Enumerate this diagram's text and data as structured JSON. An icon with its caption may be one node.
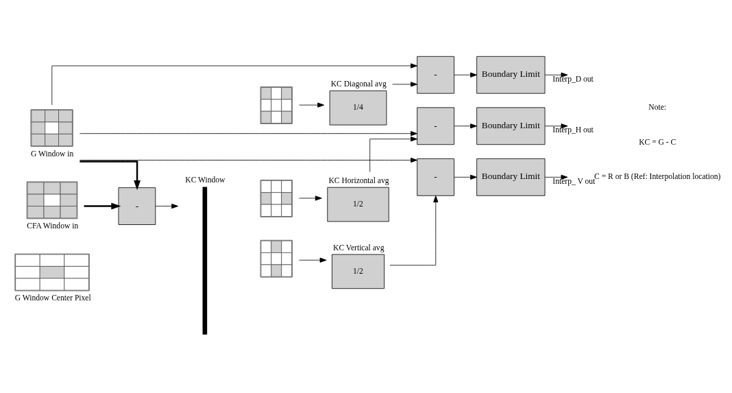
{
  "diagram": {
    "nodes": [
      {
        "text": [
          "G Window in"
        ]
      },
      {
        "text": [
          "CFA Window in"
        ]
      },
      {
        "text": [
          "G Window Center Pixel"
        ]
      },
      {
        "text": [
          "-"
        ]
      },
      {
        "text": [
          "KC Window"
        ]
      },
      {
        "text": [],
        "shape": "picture"
      },
      {
        "text": [
          "KC Diagonal avg",
          "1/4"
        ]
      },
      {
        "text": [],
        "shape": "picture"
      },
      {
        "text": [
          "KC Horizontal avg",
          "1/2"
        ]
      },
      {
        "text": [],
        "shape": "picture"
      },
      {
        "text": [
          "KC Vertical avg",
          "1/2"
        ]
      },
      {
        "text": [
          "-"
        ]
      },
      {
        "text": [
          "Boundary Limit"
        ]
      },
      {
        "text": [
          "-"
        ]
      },
      {
        "text": [
          "Boundary Limit"
        ]
      },
      {
        "text": [
          "-"
        ]
      },
      {
        "text": [
          "Boundary Limit"
        ]
      }
    ],
    "edges": [
      {
        "from": 0,
        "to": 3,
        "arrow": "to",
        "style": "thick"
      },
      {
        "from": 1,
        "to": 3,
        "arrow": "to",
        "style": "thick"
      },
      {
        "from": 3,
        "to": 4,
        "arrow": "to"
      },
      {
        "from": 5,
        "to": 6,
        "arrow": "to"
      },
      {
        "from": 7,
        "to": 8,
        "arrow": "to"
      },
      {
        "from": 9,
        "to": 10,
        "arrow": "to"
      },
      {
        "from": 0,
        "to": 11,
        "arrow": "to"
      },
      {
        "from": 6,
        "to": 11,
        "arrow": "to"
      },
      {
        "from": 0,
        "to": 13,
        "arrow": "to"
      },
      {
        "from": 8,
        "to": 13,
        "arrow": "to"
      },
      {
        "from": 0,
        "to": 15,
        "arrow": "to"
      },
      {
        "from": 10,
        "to": 15,
        "arrow": "to"
      },
      {
        "from": 11,
        "to": 12,
        "arrow": "to"
      },
      {
        "from": 13,
        "to": 14,
        "arrow": "to"
      },
      {
        "from": 15,
        "to": 16,
        "arrow": "to"
      },
      {
        "from": 12,
        "to": null,
        "arrow": "to",
        "label": "Interp_D out"
      },
      {
        "from": 14,
        "to": null,
        "arrow": "to",
        "label": "Interp_H out"
      },
      {
        "from": 16,
        "to": null,
        "arrow": "to",
        "label": "Interp_ V out"
      }
    ],
    "labels": [
      "Note:",
      "KC = G - C",
      "C = R or B (Ref: Interpolation location)"
    ]
  }
}
